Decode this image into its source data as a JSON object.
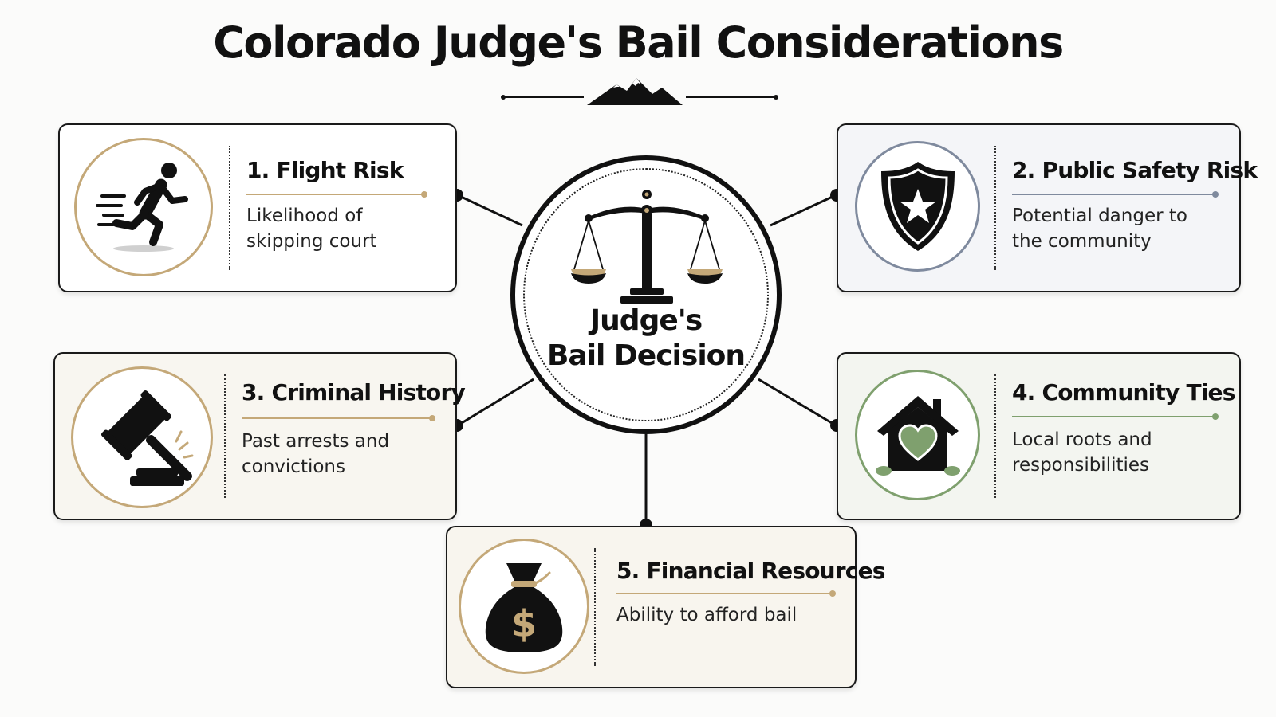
{
  "title": "Colorado Judge's Bail Considerations",
  "center": {
    "line1": "Judge's",
    "line2": "Bail Decision",
    "icon": "scales-of-justice-icon"
  },
  "factors": [
    {
      "title": "1. Flight Risk",
      "desc": "Likelihood of skipping court",
      "icon": "running-person-icon",
      "accent": "#c4a878",
      "bg": "#ffffff"
    },
    {
      "title": "2. Public Safety Risk",
      "desc": "Potential danger to the community",
      "icon": "shield-star-icon",
      "accent": "#7f8a9e",
      "bg": "#f4f5f8"
    },
    {
      "title": "3. Criminal History",
      "desc": "Past arrests and convictions",
      "icon": "gavel-icon",
      "accent": "#c4a878",
      "bg": "#f8f6f0"
    },
    {
      "title": "4. Community Ties",
      "desc": "Local roots and responsibilities",
      "icon": "house-heart-icon",
      "accent": "#7fa06e",
      "bg": "#f3f5f0"
    },
    {
      "title": "5. Financial Resources",
      "desc": "Ability to afford bail",
      "icon": "money-bag-icon",
      "accent": "#c4a878",
      "bg": "#f8f5ee"
    }
  ],
  "colors": {
    "dark": "#111111",
    "gold": "#c4a878"
  }
}
